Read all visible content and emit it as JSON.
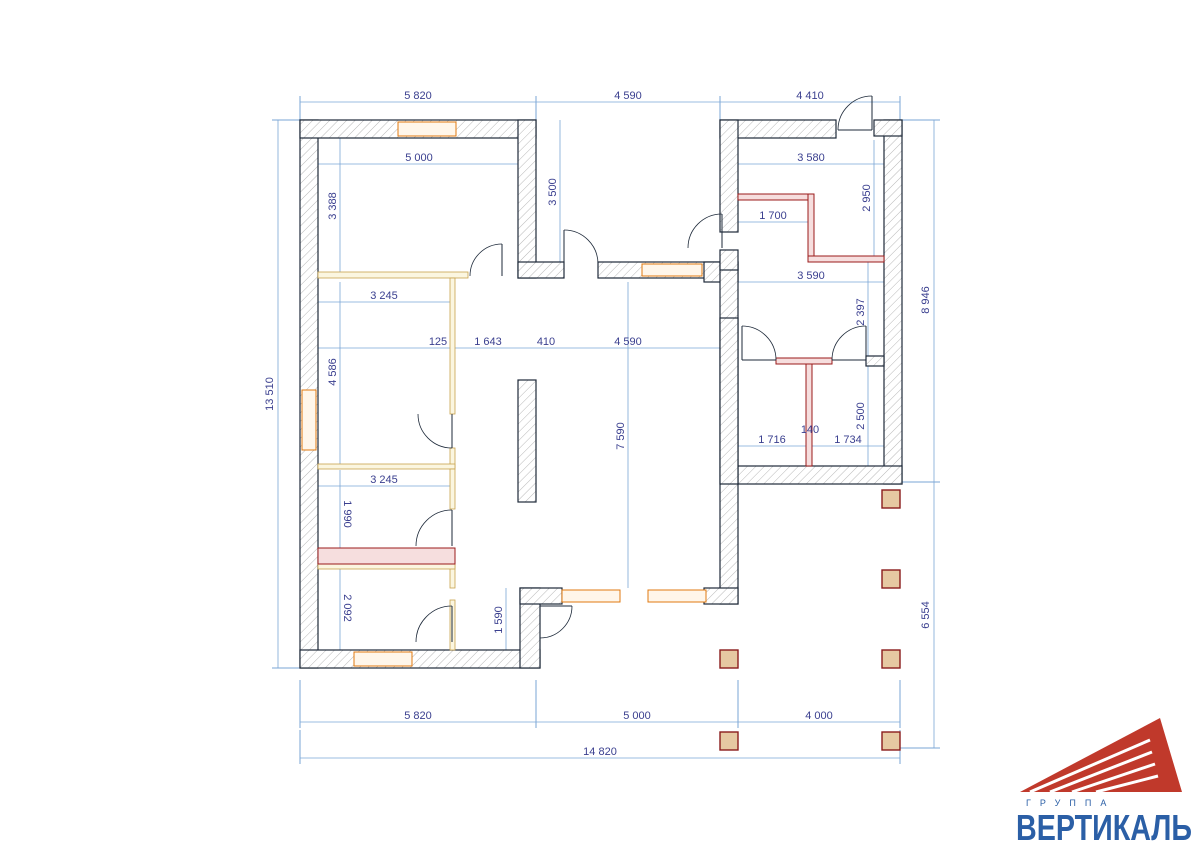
{
  "dims": {
    "top_left": "5 820",
    "top_mid": "4 590",
    "top_right": "4 410",
    "bottom_left": "5 820",
    "bottom_mid": "5 000",
    "bottom_right": "4 000",
    "total_width": "14 820",
    "total_height": "13 510",
    "right_height": "8 946",
    "terrace_height": "6 554",
    "bedroom1_width": "5 000",
    "bedroom1_height": "3 388",
    "entry_depth": "3 500",
    "room_right_width": "3 580",
    "room_right_height": "2 950",
    "bath_width": "1 700",
    "wc_band_width": "3 590",
    "wc_height": "2 397",
    "wc_lower_height": "2 500",
    "wc_left": "1 716",
    "wc_mid": "140",
    "wc_right": "1 734",
    "bedroom2_width": "3 245",
    "bedroom2_height": "4 586",
    "hall_125": "125",
    "hall_1643": "1 643",
    "hall_410": "410",
    "hall_4590": "4 590",
    "living_height": "7 590",
    "closet_width": "3 245",
    "closet_height": "1 990",
    "bath2_height": "2 092",
    "entry_1590": "1 590"
  },
  "logo": {
    "small_text": "ГРУППА",
    "name": "ВЕРТИКАЛЬ"
  },
  "colors": {
    "wall_outline": "#1e2a3a",
    "dimension_line": "#7aa6d6",
    "dimension_text": "#3a3f8f",
    "window": "#e07a10",
    "post_outline": "#8a1c1c",
    "logo_red": "#c0392b",
    "logo_blue": "#2b5fa6"
  }
}
